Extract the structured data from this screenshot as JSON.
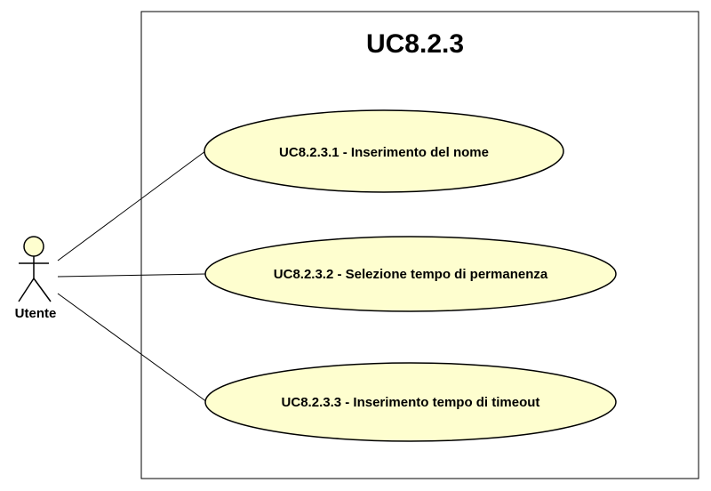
{
  "diagram": {
    "type": "uml-use-case",
    "system": {
      "title": "UC8.2.3"
    },
    "actor": {
      "name": "Utente"
    },
    "use_cases": [
      {
        "label": "UC8.2.3.1 - Inserimento del nome"
      },
      {
        "label": "UC8.2.3.2 - Selezione tempo di permanenza"
      },
      {
        "label": "UC8.2.3.3 - Inserimento tempo di timeout"
      }
    ],
    "colors": {
      "use_case_fill": "#fefecf",
      "actor_fill": "#fefecf",
      "stroke": "#000000",
      "background": "#ffffff"
    }
  }
}
